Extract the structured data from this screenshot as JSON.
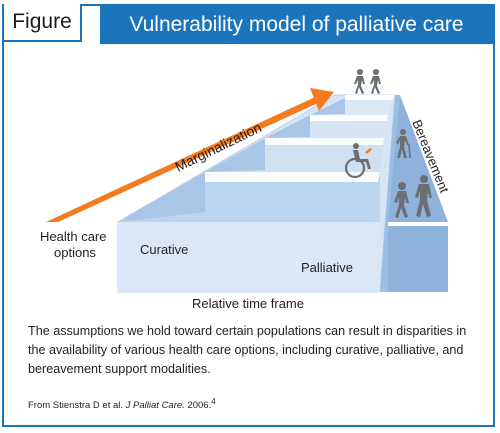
{
  "figure": {
    "label": "Figure",
    "title": "Vulnerability model of palliative care"
  },
  "diagram": {
    "axis_left_line1": "Health care",
    "axis_left_line2": "options",
    "axis_bottom": "Relative time frame",
    "arrow_label": "Marginalization",
    "zone_1": "Curative",
    "zone_2": "Palliative",
    "zone_3": "Bereavement",
    "icons": [
      "walking-person-icon",
      "walking-person-icon",
      "wheelchair-user-icon",
      "person-with-cane-icon",
      "walking-person-icon",
      "walking-person-icon"
    ],
    "colors": {
      "brand_blue": "#1b75bc",
      "stair_blue": "#a9c6e6",
      "stair_light": "#d6e5f5",
      "arrow_orange": "#f47b20",
      "icon_gray": "#6d6e71"
    }
  },
  "caption": "The assumptions we hold toward certain populations can result in disparities in the availability of various health care options, including curative, palliative, and bereavement support modalities.",
  "source": {
    "prefix": "From Stienstra D et al.",
    "journal": "J Palliat Care.",
    "year": "2006.",
    "ref": "4"
  }
}
